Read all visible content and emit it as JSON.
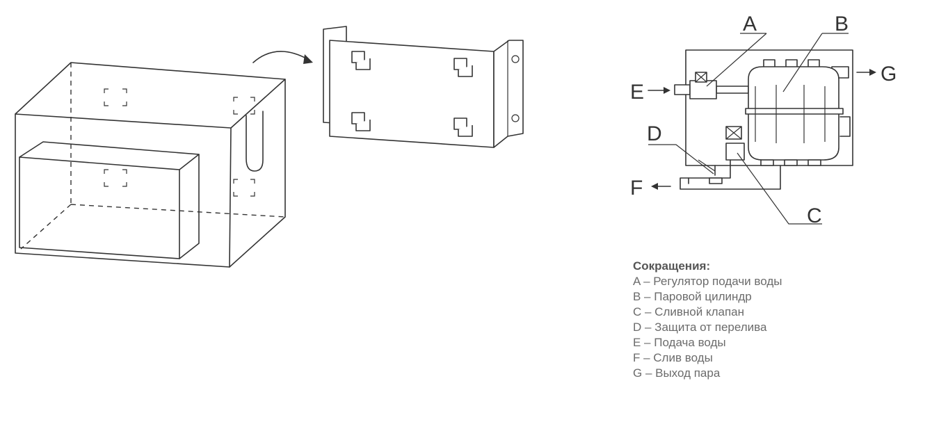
{
  "diagram": {
    "callouts": {
      "a": "A",
      "b": "B",
      "c": "C",
      "d": "D",
      "e": "E",
      "f": "F",
      "g": "G"
    }
  },
  "legend": {
    "title": "Сокращения:",
    "items": [
      "A – Регулятор подачи воды",
      "B – Паровой цилиндр",
      "C – Сливной клапан",
      "D – Защита от перелива",
      "E – Подача воды",
      "F – Слив воды",
      "G – Выход пара"
    ]
  }
}
